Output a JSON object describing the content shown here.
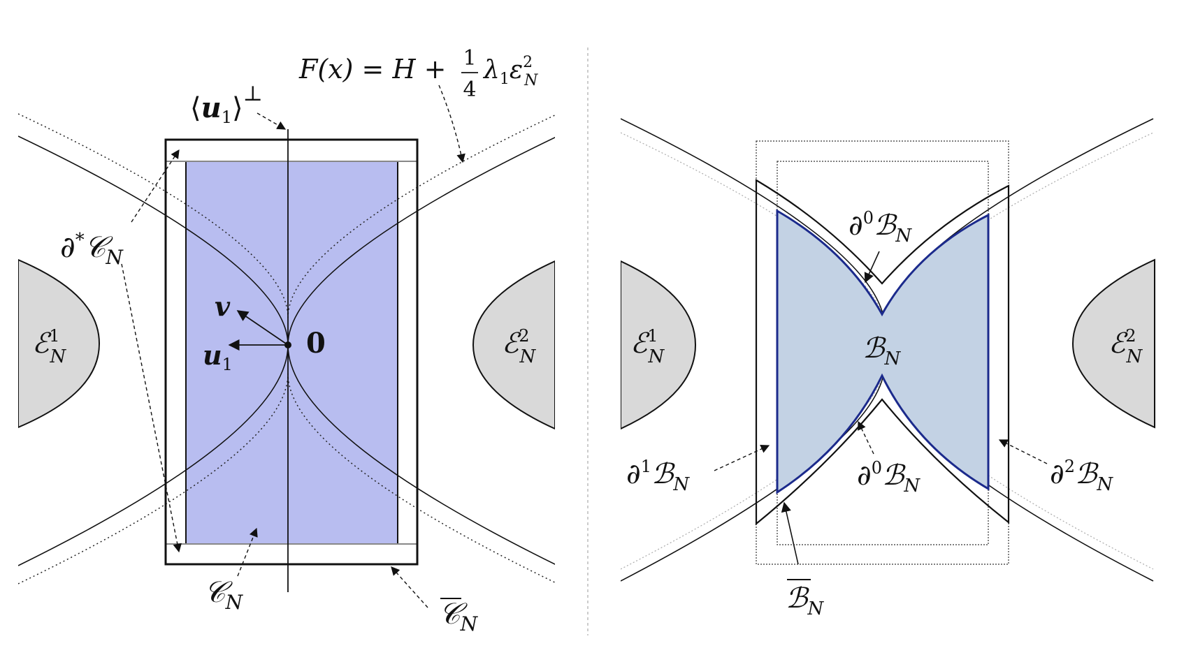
{
  "left_panel": {
    "F_label": {
      "lhs": "F(x) = H + ",
      "frac_num": "1",
      "frac_den": "4",
      "rhs": "λ",
      "rhs_sub": "1",
      "eps": "ε",
      "eps_sup": "2",
      "eps_sub": "N"
    },
    "perp_label": {
      "open": "⟨",
      "vec": "u",
      "sub": "1",
      "close": "⟩",
      "sup": "⊥"
    },
    "v_label": "v",
    "u1_label": {
      "vec": "u",
      "sub": "1"
    },
    "origin_label": "0",
    "well_left": {
      "sym": "ℰ",
      "sup": "1",
      "sub": "N"
    },
    "well_right": {
      "sym": "ℰ",
      "sup": "2",
      "sub": "N"
    },
    "boundary_star": {
      "pre": "∂",
      "sup": "*",
      "sym": "𝒞",
      "sub": "N"
    },
    "C_label": {
      "sym": "𝒞",
      "sub": "N"
    },
    "Cbar_label": {
      "sym": "𝒞",
      "sub": "N"
    }
  },
  "right_panel": {
    "well_left": {
      "sym": "ℰ",
      "sup": "1",
      "sub": "N"
    },
    "well_right": {
      "sym": "ℰ",
      "sup": "2",
      "sub": "N"
    },
    "B_label": {
      "sym": "ℬ",
      "sub": "N"
    },
    "d0_top": {
      "pre": "∂",
      "sup": "0",
      "sym": "ℬ",
      "sub": "N"
    },
    "d0_bottom": {
      "pre": "∂",
      "sup": "0",
      "sym": "ℬ",
      "sub": "N"
    },
    "d1": {
      "pre": "∂",
      "sup": "1",
      "sym": "ℬ",
      "sub": "N"
    },
    "d2": {
      "pre": "∂",
      "sup": "2",
      "sym": "ℬ",
      "sub": "N"
    },
    "Bbar_label": {
      "sym": "ℬ",
      "sub": "N"
    }
  },
  "colors": {
    "rect_fill": "#b8bdf0",
    "bowtie_fill": "#c3d2e4",
    "bowtie_stroke": "#1b2a8c",
    "well_fill": "#d9d9d9"
  }
}
